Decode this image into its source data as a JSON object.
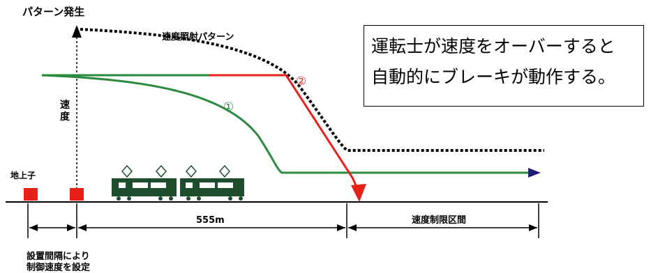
{
  "title": "パターン発生",
  "pattern_label": "速度照射パターン",
  "speed_axis_label": "速\n度",
  "ground_unit_label": "地上子",
  "distance_label": "555m",
  "restricted_section_label": "速度制限区間",
  "setting_note_line1": "設置間隔により",
  "setting_note_line2": "制御速度を設定",
  "marker_1": "①",
  "marker_2": "②",
  "note": {
    "line1": "運転士が速度をオーバーすると",
    "line2": "自動的にブレーキが動作する。"
  },
  "colors": {
    "green": "#2a8a3e",
    "red": "#e8201a",
    "navy": "#1d1d7a",
    "train": "#1e4d2e",
    "black": "#000000"
  }
}
